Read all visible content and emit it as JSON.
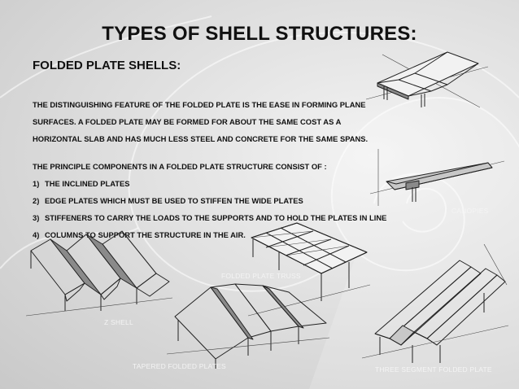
{
  "slide": {
    "title": "TYPES OF SHELL STRUCTURES:",
    "subtitle": "FOLDED PLATE SHELLS:",
    "paragraph1": [
      "THE DISTINGUISHING FEATURE OF THE FOLDED PLATE IS THE EASE IN FORMING PLANE",
      "SURFACES. A FOLDED PLATE MAY BE FORMED FOR ABOUT THE SAME COST AS A",
      "HORIZONTAL SLAB AND HAS MUCH LESS STEEL AND CONCRETE FOR THE SAME SPANS."
    ],
    "paragraph2_intro": "THE PRINCIPLE COMPONENTS IN A FOLDED PLATE STRUCTURE  CONSIST OF :",
    "components": [
      {
        "num": "1)",
        "text": "THE INCLINED PLATES"
      },
      {
        "num": "2)",
        "text": "EDGE PLATES WHICH MUST BE USED TO STIFFEN THE WIDE PLATES"
      },
      {
        "num": "3)",
        "text": "STIFFENERS TO CARRY THE LOADS TO THE SUPPORTS AND TO HOLD THE PLATES IN LINE"
      },
      {
        "num": "4)",
        "text": "COLUMNS TO SUPPORT THE STRUCTURE IN THE AIR."
      }
    ],
    "captions": {
      "canopies": "CANOPIES",
      "truss": "FOLDED PLATE TRUSS",
      "z_shell": "Z SHELL",
      "tapered": "TAPERED FOLDED PLATES",
      "three_segment": "THREE SEGMENT FOLDED PLATE"
    },
    "colors": {
      "text": "#111111",
      "caption": "#f4f4f4",
      "background": "#dcdcdc"
    }
  }
}
